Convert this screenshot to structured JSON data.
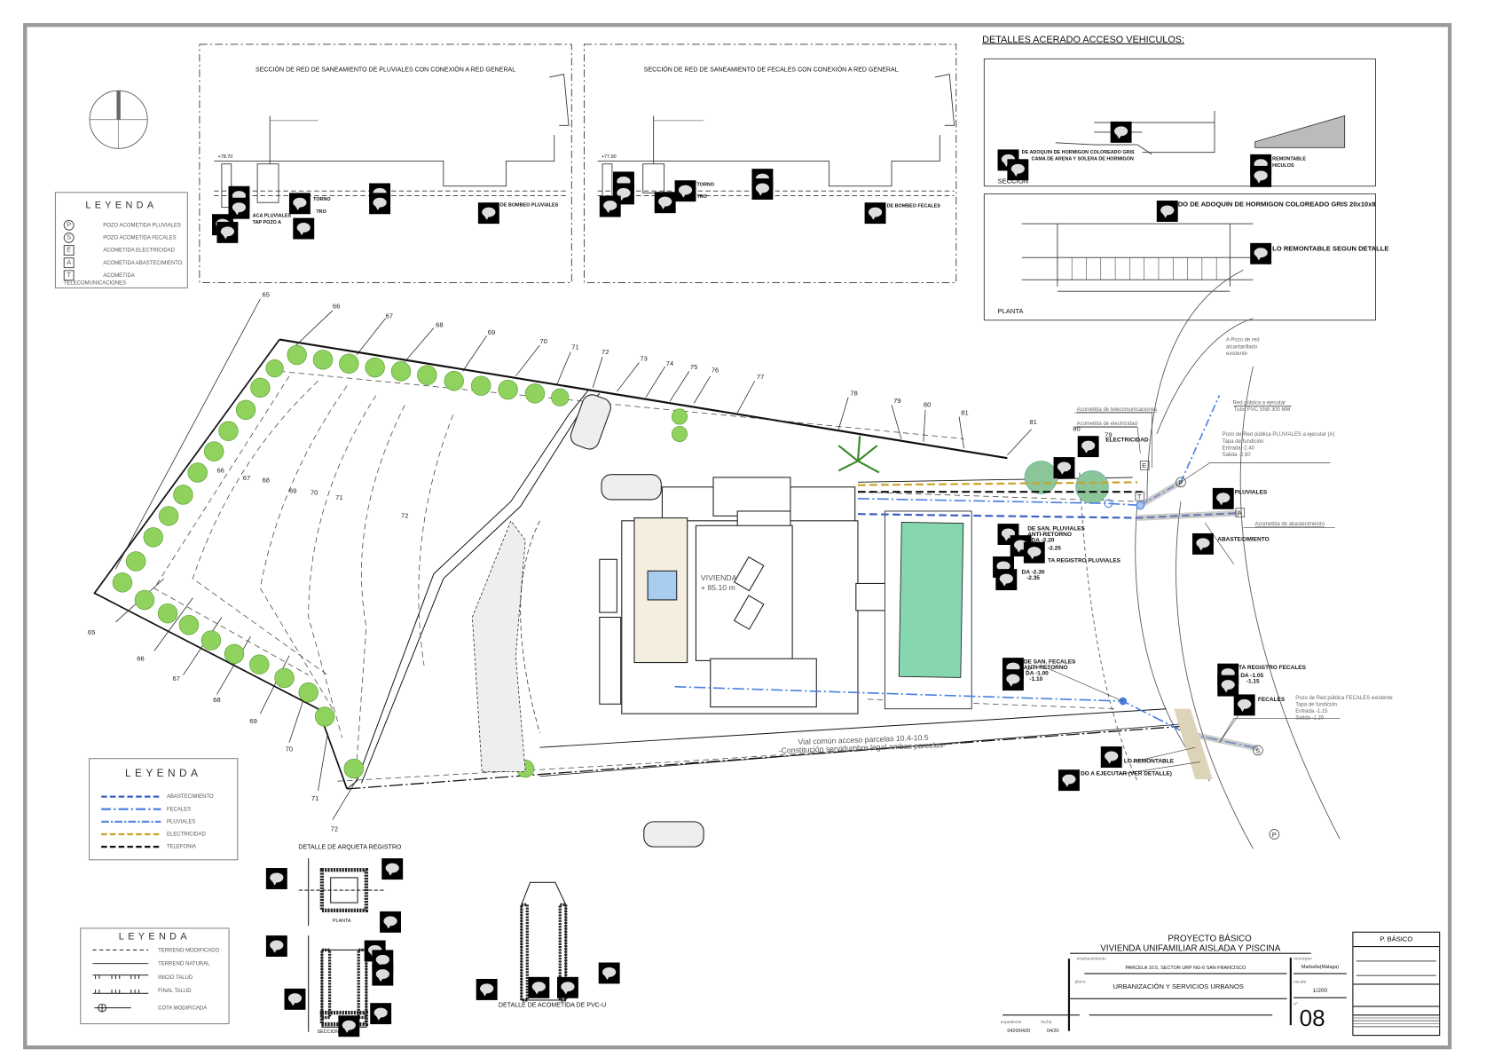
{
  "sections": {
    "pluviales_title": "SECCIÓN DE RED DE SANEAMIENTO DE PLUVIALES CON CONEXIÓN A RED GENERAL",
    "fecales_title": "SECCIÓN DE RED DE SANEAMIENTO DE FECALES CON CONEXIÓN A RED GENERAL",
    "pluviales_level": "+78.70",
    "fecales_level": "+77.90",
    "pluviales_notes": [
      "TORNO",
      "TRO",
      "ACA PLUVIALES",
      "TAP POZO A",
      "DE BOMBEO PLUVIALES"
    ],
    "fecales_notes": [
      "TORNO",
      "TRO",
      "DE BOMBEO FECALES"
    ]
  },
  "legend_pozos": {
    "title": "LEYENDA",
    "items": [
      {
        "symbol": "P",
        "label": "POZO ACOMETIDA PLUVIALES"
      },
      {
        "symbol": "S",
        "label": "POZO ACOMETIDA FECALES"
      },
      {
        "symbol": "E",
        "label": "ACOMETIDA ELECTRICIDAD"
      },
      {
        "symbol": "A",
        "label": "ACOMETIDA ABASTECIMIENTO"
      },
      {
        "symbol": "T",
        "label": "ACOMETIDA TELECOMUNICACIONES"
      }
    ]
  },
  "legend_redes": {
    "title": "LEYENDA",
    "items": [
      {
        "label": "ABASTECIMIENTO",
        "color": "#3b5fc0"
      },
      {
        "label": "FECALES",
        "color": "#4a7fe0"
      },
      {
        "label": "PLUVIALES",
        "color": "#5a8ae0"
      },
      {
        "label": "ELECTRICIDAD",
        "color": "#c9a227"
      },
      {
        "label": "TELEFONIA",
        "color": "#111111"
      }
    ]
  },
  "legend_terreno": {
    "title": "LEYENDA",
    "items": [
      "TERRENO MODIFICADO",
      "TERRENO NATURAL",
      "INICIO TALUD",
      "FINAL TALUD",
      "COTA  MODIFICADA"
    ]
  },
  "acerado": {
    "title": "DETALLES ACERADO ACCESO VEHICULOS:",
    "seccion_label": "SECCIÓN",
    "planta_label": "PLANTA",
    "seccion_notes": [
      "DE ADOQUIN DE HORMIGON COLOREADO GRIS",
      "CAMA DE ARENA Y SOLERA DE HORMIGON",
      "REMONTABLE",
      "HICULOS"
    ],
    "planta_notes": [
      "DO DE ADOQUIN DE HORMIGON COLOREADO GRIS 20x10x8",
      "LO REMONTABLE SEGUN DETALLE"
    ]
  },
  "plan": {
    "vivienda": "VIVIENDA",
    "vivienda_level": "+ 85.10 m",
    "vial_line1": "Vial común acceso parcelas 10.4-10.5",
    "vial_line2": "-Constitución servidumbre legal ambas parcelas-",
    "contours_top": [
      "65",
      "66",
      "67",
      "68",
      "69",
      "70",
      "71",
      "72",
      "73",
      "74",
      "75",
      "76",
      "77",
      "78",
      "79",
      "80",
      "81",
      "81"
    ],
    "contours_bottom": [
      "65",
      "66",
      "67",
      "68",
      "69",
      "70",
      "71",
      "72"
    ],
    "contours_inner": [
      "66",
      "67",
      "68",
      "69",
      "70",
      "71",
      "72"
    ],
    "annotations": {
      "pozo_red": [
        "A Pozo  de red",
        "alcantarillado",
        "existente"
      ],
      "red_publica": [
        "Red  pública a ejecutar",
        "Tubo PVC SN8 300 MM"
      ],
      "pozo_pluviales": [
        "Pozo de Red pública PLUVIALES a ejecutar (A)",
        "Tapa de fundición",
        "Entrada -2.40",
        "Salida  -2.50"
      ],
      "acometida_telecom": "Acometida de telecomunicaciones",
      "acometida_elec": "Acometida de electricidad",
      "acometida_abast": "Acometida de abastecimiento",
      "electricidad": "ELECTRICIDAD",
      "pluviales": "PLUVIALES",
      "abastecimiento": "ABASTECIMIENTO",
      "san_pluviales": [
        "DE SAN. PLUVIALES",
        "ANTI-RETORNO",
        "DA  -2.20",
        "-2.25"
      ],
      "registro_pluviales": [
        "TA REGISTRO PLUVIALES",
        "DA  -2.30",
        "-2.35"
      ],
      "san_fecales": [
        "DE SAN. FECALES",
        "ANTI-RETORNO",
        "DA  -1.00",
        "-1.10"
      ],
      "registro_fecales": [
        "TA REGISTRO FECALES",
        "DA  -1.05",
        "-1.15"
      ],
      "fecales": "FECALES",
      "pozo_fecales": [
        "Pozo de  Red pública FECALES existente",
        "Tapa de fundición",
        "Entrada -1.15",
        "Salida  -1.20"
      ],
      "remontable": "LO REMONTABLE",
      "ver_detalle": "DO A EJECUTAR (VER DETALLE)",
      "label_79": "79",
      "label_80": "80"
    },
    "markers": {
      "p": "P",
      "s": "S",
      "e": "E",
      "t": "T",
      "a": "A"
    }
  },
  "arqueta": {
    "title": "DETALLE DE ARQUETA REGISTRO",
    "planta": "PLANTA",
    "seccion": "SECCION"
  },
  "acometida_pvc": {
    "title": "DETALLE DE ACOMETIDA DE PVC-U"
  },
  "title_block": {
    "line1": "PROYECTO BÁSICO",
    "line2": "VIVIENDA UNIFAMILIAR AISLADA  Y PISCINA",
    "emplazamiento_label": "emplazamiento",
    "emplazamiento": "PARCELA 10.5, SECTOR  URP NG-6 SAN FRANCISCO",
    "plano_label": "plano",
    "plano": "URBANIZACIÓN Y SERVICIOS URBANOS",
    "municipio_label": "municipio",
    "municipio": "Marbella(Málaga)",
    "escala_label": "escala",
    "escala": "1/200",
    "num_label": "nº",
    "num": "08",
    "expediente_label": "expediente",
    "expediente": "0420/0420",
    "fecha_label": "fecha",
    "fecha": "04/20",
    "stamp": "P. BÁSICO"
  }
}
